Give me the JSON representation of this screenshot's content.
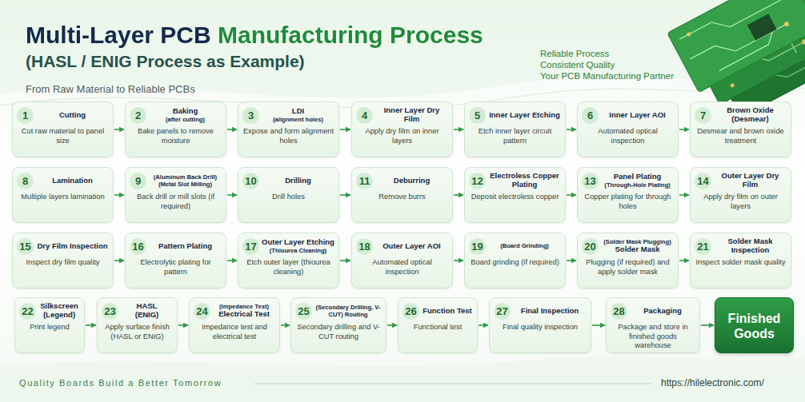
{
  "diagram": {
    "title": "Multi-Layer PCB Manufacturing Process",
    "nodes": [
      {
        "text": [
          "1",
          "Cutting",
          "Cut raw material to panel size"
        ]
      },
      {
        "text": [
          "2",
          "Baking",
          "(after cutting)",
          "Bake panels to remove moisture"
        ]
      },
      {
        "text": [
          "3",
          "LDI",
          "(alignment holes)",
          "Expose and form alignment holes"
        ]
      },
      {
        "text": [
          "4",
          "Inner Layer Dry Film",
          "Apply dry film on inner layers"
        ]
      },
      {
        "text": [
          "5",
          "Inner Layer Etching",
          "Etch inner layer circuit pattern"
        ]
      },
      {
        "text": [
          "6",
          "Inner Layer AOI",
          "Automated optical inspection"
        ]
      },
      {
        "text": [
          "7",
          "Brown Oxide",
          "(Desmear)",
          "Desmear and brown oxide treatment"
        ]
      },
      {
        "text": [
          "8",
          "Lamination",
          "Multiple layers lamination"
        ]
      },
      {
        "text": [
          "9",
          "(Aluminum Back Drill) (Metal Slot Milling)",
          "Back drill or mill slots (if required)"
        ]
      },
      {
        "text": [
          "10",
          "Drilling",
          "Drill holes"
        ]
      },
      {
        "text": [
          "11",
          "Deburring",
          "Remove burrs"
        ]
      },
      {
        "text": [
          "12",
          "Electroless Copper Plating",
          "Deposit electroless copper"
        ]
      },
      {
        "text": [
          "13",
          "Panel Plating",
          "(Through-Hole Plating)",
          "Copper plating for through holes"
        ]
      },
      {
        "text": [
          "14",
          "Outer Layer Dry Film",
          "Apply dry film on outer layers"
        ]
      },
      {
        "text": [
          "15",
          "Dry Film Inspection",
          "Inspect dry film quality"
        ]
      },
      {
        "text": [
          "16",
          "Pattern Plating",
          "Electrolytic plating for pattern"
        ]
      },
      {
        "text": [
          "17",
          "Outer Layer Etching",
          "(Thiourea Cleaning)",
          "Etch outer layer (thiourea cleaning)"
        ]
      },
      {
        "text": [
          "18",
          "Outer Layer AOI",
          "Automated optical inspection"
        ]
      },
      {
        "text": [
          "19",
          "(Board Grinding)",
          "Board grinding (if required)"
        ]
      },
      {
        "text": [
          "20",
          "(Solder Mask Plugging)",
          "Solder Mask",
          "Plugging (if required) and apply solder mask"
        ]
      },
      {
        "text": [
          "21",
          "Solder Mask Inspection",
          "Inspect solder mask quality"
        ]
      },
      {
        "text": [
          "22",
          "Silkscreen (Legend)",
          "Print legend"
        ]
      },
      {
        "text": [
          "23",
          "HASL",
          "(ENIG)",
          "Apply surface finish (HASL or ENIG)"
        ]
      },
      {
        "text": [
          "24",
          "(Impedance Test)",
          "Electrical Test",
          "Impedance test and electrical test"
        ]
      },
      {
        "text": [
          "25",
          "(Secondary Drilling, V-CUT) Routing",
          "Secondary drilling and V-CUT routing"
        ]
      },
      {
        "text": [
          "26",
          "Function Test",
          "Functional test"
        ]
      },
      {
        "text": [
          "27",
          "Final Inspection",
          "Final quality inspection"
        ]
      },
      {
        "text": [
          "28",
          "Packaging",
          "Package and store in finished goods warehouse"
        ]
      },
      {
        "text": [
          "Finished Goods"
        ]
      }
    ],
    "edges": [
      {
        "from": 0,
        "to": 1,
        "arrow": "to"
      },
      {
        "from": 1,
        "to": 2,
        "arrow": "to"
      },
      {
        "from": 2,
        "to": 3,
        "arrow": "to"
      },
      {
        "from": 3,
        "to": 4,
        "arrow": "to"
      },
      {
        "from": 4,
        "to": 5,
        "arrow": "to"
      },
      {
        "from": 5,
        "to": 6,
        "arrow": "to"
      },
      {
        "from": 7,
        "to": 8,
        "arrow": "to"
      },
      {
        "from": 8,
        "to": 9,
        "arrow": "to"
      },
      {
        "from": 9,
        "to": 10,
        "arrow": "to"
      },
      {
        "from": 10,
        "to": 11,
        "arrow": "to"
      },
      {
        "from": 11,
        "to": 12,
        "arrow": "to"
      },
      {
        "from": 12,
        "to": 13,
        "arrow": "to"
      },
      {
        "from": 14,
        "to": 15,
        "arrow": "to"
      },
      {
        "from": 15,
        "to": 16,
        "arrow": "to"
      },
      {
        "from": 16,
        "to": 17,
        "arrow": "to"
      },
      {
        "from": 17,
        "to": 18,
        "arrow": "to"
      },
      {
        "from": 18,
        "to": 19,
        "arrow": "to"
      },
      {
        "from": 19,
        "to": 20,
        "arrow": "to"
      },
      {
        "from": 21,
        "to": 22,
        "arrow": "to"
      },
      {
        "from": 22,
        "to": 23,
        "arrow": "to"
      },
      {
        "from": 23,
        "to": 24,
        "arrow": "to"
      },
      {
        "from": 24,
        "to": 25,
        "arrow": "to"
      },
      {
        "from": 25,
        "to": 26,
        "arrow": "to"
      },
      {
        "from": 26,
        "to": 27,
        "arrow": "to"
      },
      {
        "from": 27,
        "to": 28,
        "arrow": "to"
      }
    ],
    "labels": [
      "(HASL / ENIG Process as Example)",
      "From Raw Material to Reliable PCBs",
      "Reliable Process",
      "Consistent Quality",
      "Your PCB Manufacturing Partner",
      "Quality Boards Build a Better Tomorrow",
      "https://hilelectronic.com/"
    ]
  }
}
